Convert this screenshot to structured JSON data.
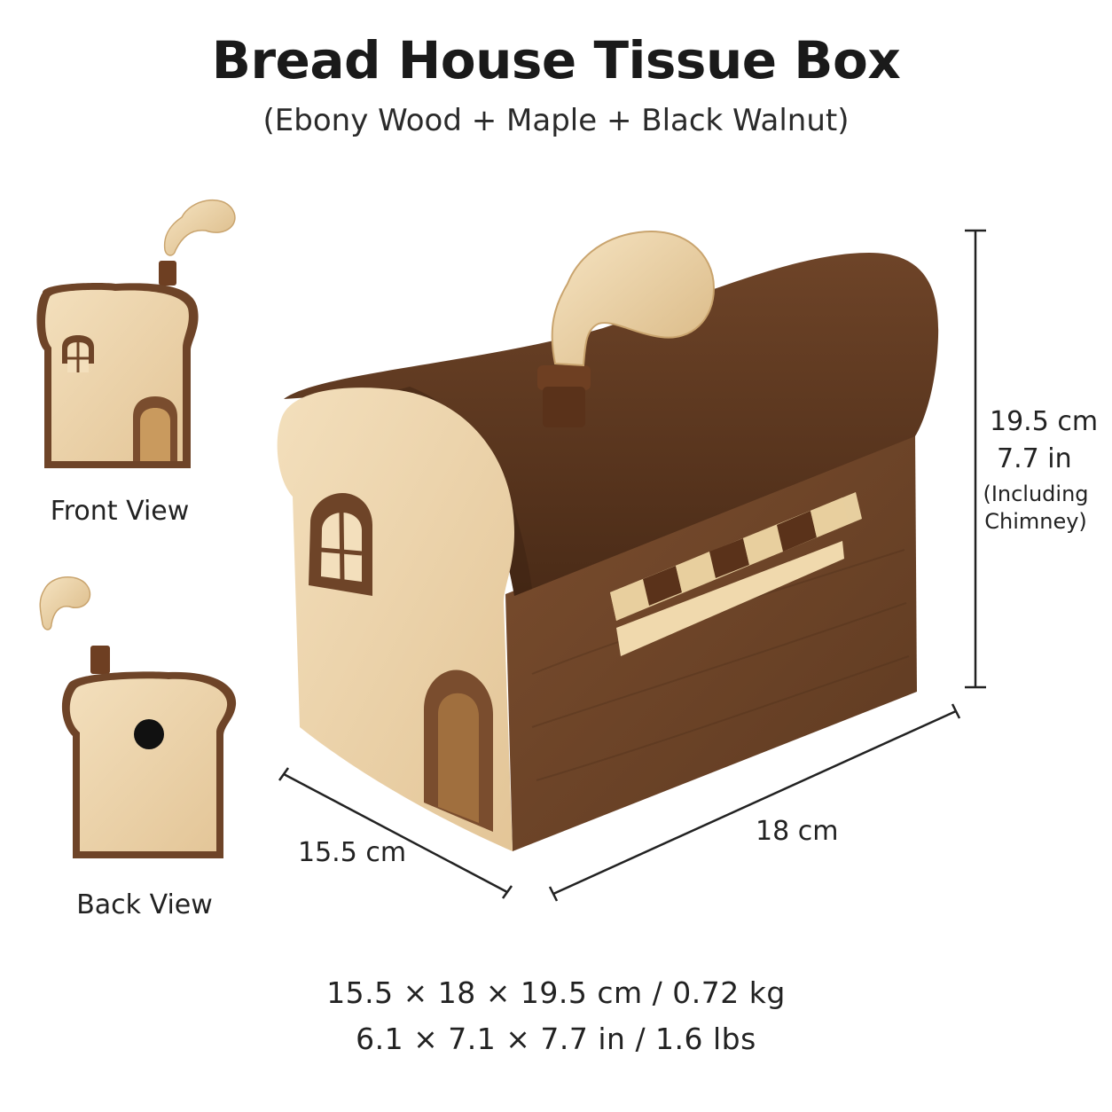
{
  "title": "Bread House Tissue Box",
  "subtitle": "(Ebony Wood + Maple + Black Walnut)",
  "views": {
    "front_label": "Front View",
    "back_label": "Back View"
  },
  "dimensions": {
    "height_cm": "19.5 cm",
    "height_in": "7.7 in",
    "height_note_1": "(Including",
    "height_note_2": "Chimney)",
    "depth": "15.5 cm",
    "width": "18 cm"
  },
  "specs": {
    "metric": "15.5 × 18 × 19.5 cm / 0.72 kg",
    "imperial": "6.1 × 7.1 × 7.7 in / 1.6 lbs"
  },
  "colors": {
    "maple": "#ecd3a8",
    "walnut": "#6a4126",
    "ebony": "#4a2a17"
  }
}
